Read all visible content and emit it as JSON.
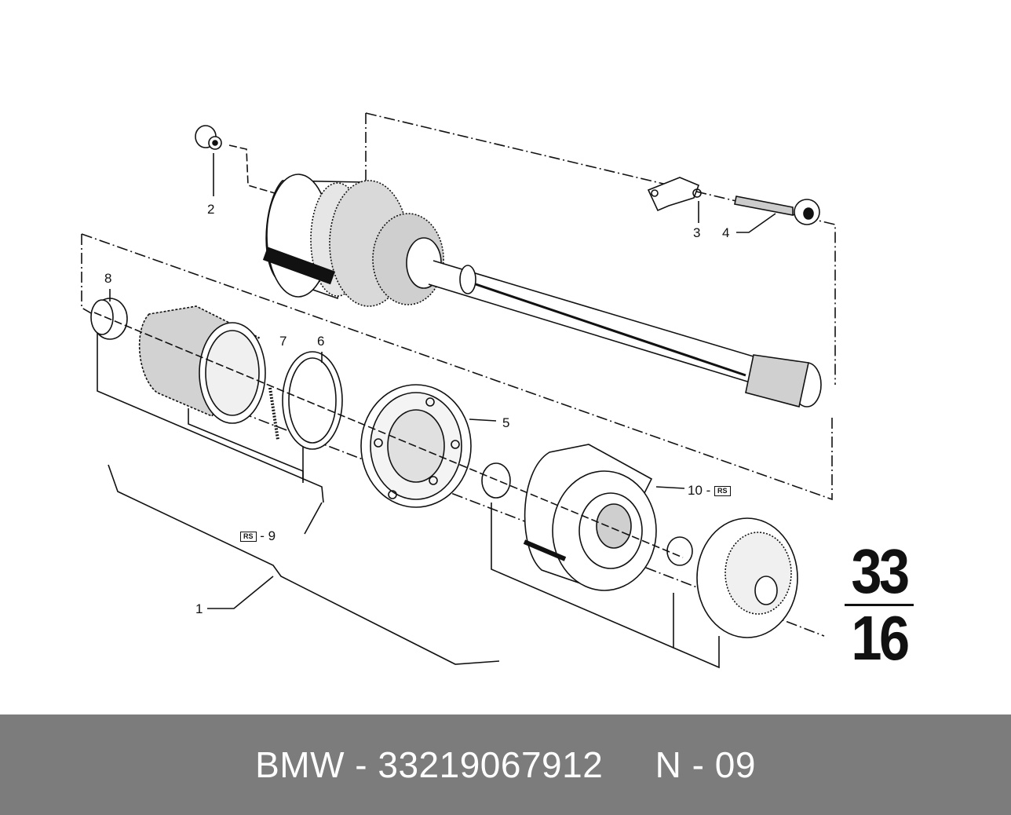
{
  "callouts": {
    "c1": "1",
    "c2": "2",
    "c3": "3",
    "c4": "4",
    "c5": "5",
    "c6": "6",
    "c7": "7",
    "c8": "8",
    "c9": "9",
    "c10": "10",
    "rs": "RS"
  },
  "section": {
    "top": "33",
    "bottom": "16"
  },
  "footer": {
    "text": "BMW - 33219067912     N - 09"
  },
  "colors": {
    "footer_bg": "#7c7c7c",
    "ink": "#111111"
  }
}
